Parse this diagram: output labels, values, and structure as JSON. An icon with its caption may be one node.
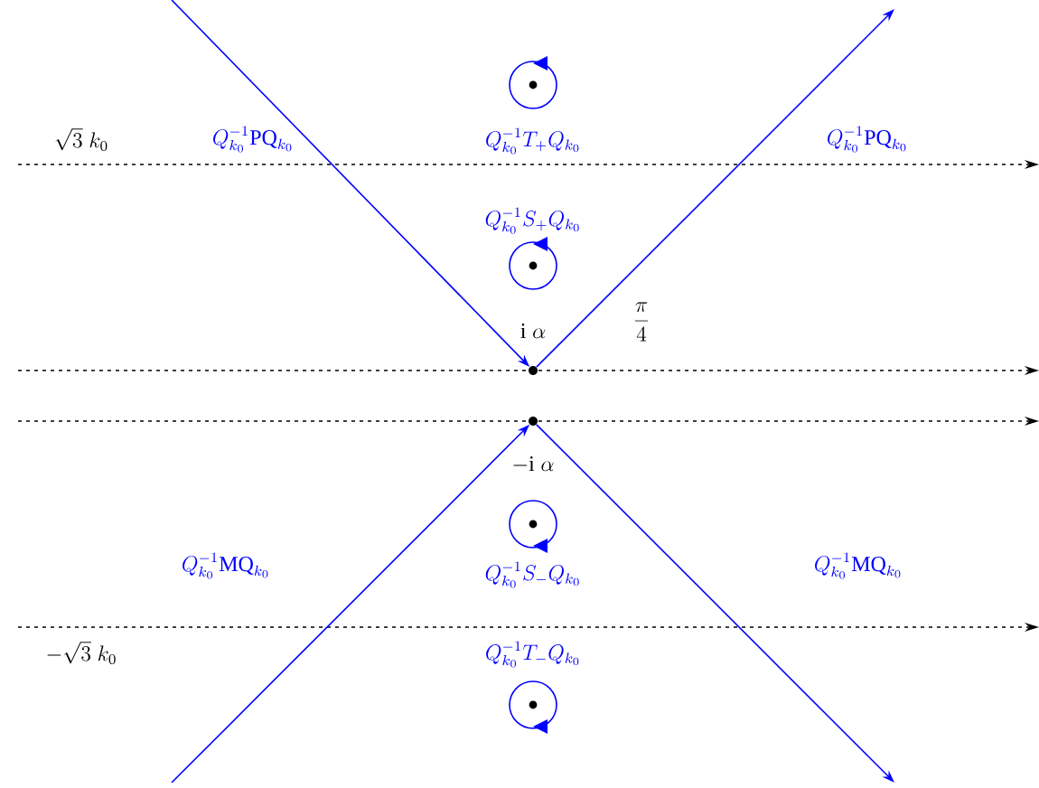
{
  "diagram": {
    "nodes": [
      {
        "text": [],
        "shape": "circle",
        "beside": [
          "\\mathrm{i}\\;\\alpha"
        ]
      },
      {
        "text": [],
        "shape": "circle",
        "beside": [
          "-\\mathrm{i}\\;\\alpha"
        ]
      }
    ],
    "edges": [
      {
        "from": null,
        "to": 0,
        "arrow": "to"
      },
      {
        "from": 0,
        "to": null,
        "arrow": "to"
      },
      {
        "from": null,
        "to": 1,
        "arrow": "to"
      },
      {
        "from": 1,
        "to": null,
        "arrow": "to"
      }
    ],
    "labels": [
      "\\sqrt{3}\\;k_0",
      "Q_{k_0}^{-1}\\mathrm{PQ}_{k_0}",
      "Q_{k_0}^{-1}T_+Q_{k_0}",
      "Q_{k_0}^{-1}\\mathrm{PQ}_{k_0}",
      "Q_{k_0}^{-1}S_+Q_{k_0}",
      "\\frac{\\pi}{4}",
      "Q_{k_0}^{-1}\\mathrm{MQ}_{k_0}",
      "Q_{k_0}^{-1}S_-Q_{k_0}",
      "Q_{k_0}^{-1}\\mathrm{MQ}_{k_0}",
      "-\\sqrt{3}\\;k_0",
      "Q_{k_0}^{-1}T_-Q_{k_0}"
    ]
  }
}
